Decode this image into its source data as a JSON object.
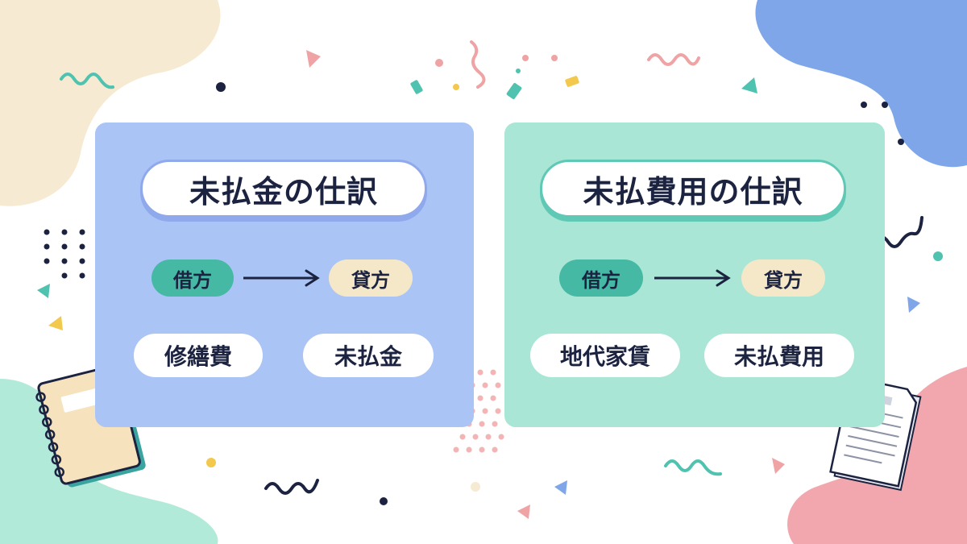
{
  "colors": {
    "card_left": "#abc4f6",
    "card_right": "#a9e6d5",
    "debit_tag": "#45b9a4",
    "credit_tag": "#f5e8c8",
    "text": "#1c2340"
  },
  "cards": [
    {
      "title": "未払金の仕訳",
      "debit_label": "借方",
      "credit_label": "貸方",
      "debit_account": "修繕費",
      "credit_account": "未払金"
    },
    {
      "title": "未払費用の仕訳",
      "debit_label": "借方",
      "credit_label": "貸方",
      "debit_account": "地代家賃",
      "credit_account": "未払費用"
    }
  ],
  "decorations": {
    "left_icon": "notebook-icon",
    "right_icon": "document-icon"
  }
}
